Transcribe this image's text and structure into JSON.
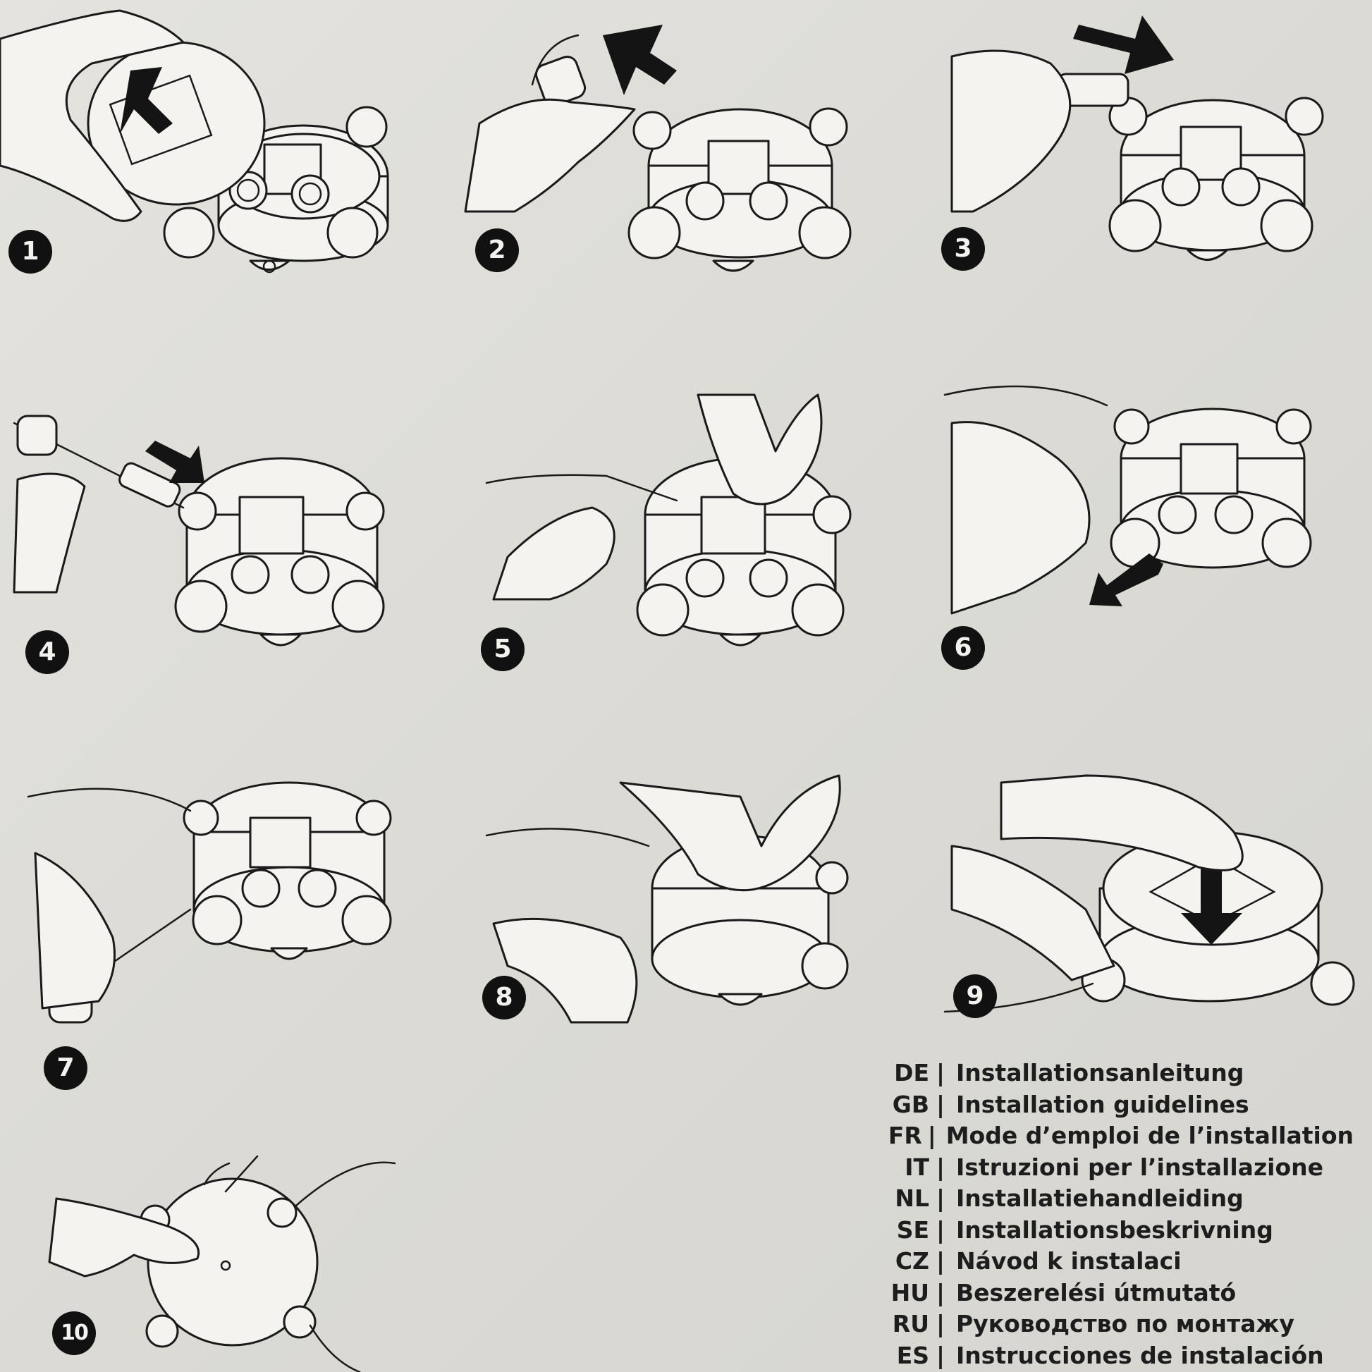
{
  "steps": [
    {
      "number": "1"
    },
    {
      "number": "2"
    },
    {
      "number": "3"
    },
    {
      "number": "4"
    },
    {
      "number": "5"
    },
    {
      "number": "6"
    },
    {
      "number": "7"
    },
    {
      "number": "8"
    },
    {
      "number": "9"
    },
    {
      "number": "10"
    }
  ],
  "languages": [
    {
      "code": "DE",
      "separator": "|",
      "text": "Installationsanleitung"
    },
    {
      "code": "GB",
      "separator": "|",
      "text": "Installation guidelines"
    },
    {
      "code": "FR",
      "separator": "|",
      "text": "Mode d’emploi de l’installation"
    },
    {
      "code": "IT",
      "separator": "|",
      "text": "Istruzioni per l’installazione"
    },
    {
      "code": "NL",
      "separator": "|",
      "text": "Installatiehandleiding"
    },
    {
      "code": "SE",
      "separator": "|",
      "text": "Installationsbeskrivning"
    },
    {
      "code": "CZ",
      "separator": "|",
      "text": "Návod k instalaci"
    },
    {
      "code": "HU",
      "separator": "|",
      "text": "Beszerelési útmutató"
    },
    {
      "code": "RU",
      "separator": "|",
      "text": "Руководство по монтажу"
    },
    {
      "code": "ES",
      "separator": "|",
      "text": "Instrucciones de instalación"
    }
  ]
}
